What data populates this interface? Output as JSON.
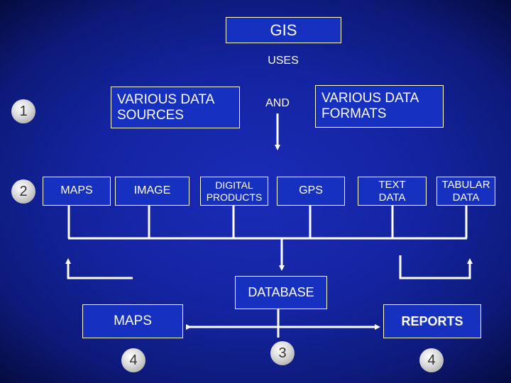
{
  "title": "GIS",
  "uses": "USES",
  "and": "AND",
  "sources": "VARIOUS DATA\nSOURCES",
  "formats": "VARIOUS DATA\nFORMATS",
  "inputs": {
    "maps": "MAPS",
    "image": "IMAGE",
    "digital_products": "DIGITAL\nPRODUCTS",
    "gps": "GPS",
    "text_data": "TEXT\nDATA",
    "tabular_data": "TABULAR\nDATA"
  },
  "database": "DATABASE",
  "outputs": {
    "maps": "MAPS",
    "reports": "REPORTS"
  },
  "markers": {
    "one": "1",
    "two": "2",
    "three": "3",
    "four_left": "4",
    "four_right": "4"
  },
  "colors": {
    "box_fill": "#1630c0",
    "background": "#1424a0",
    "line": "#ffffff"
  }
}
